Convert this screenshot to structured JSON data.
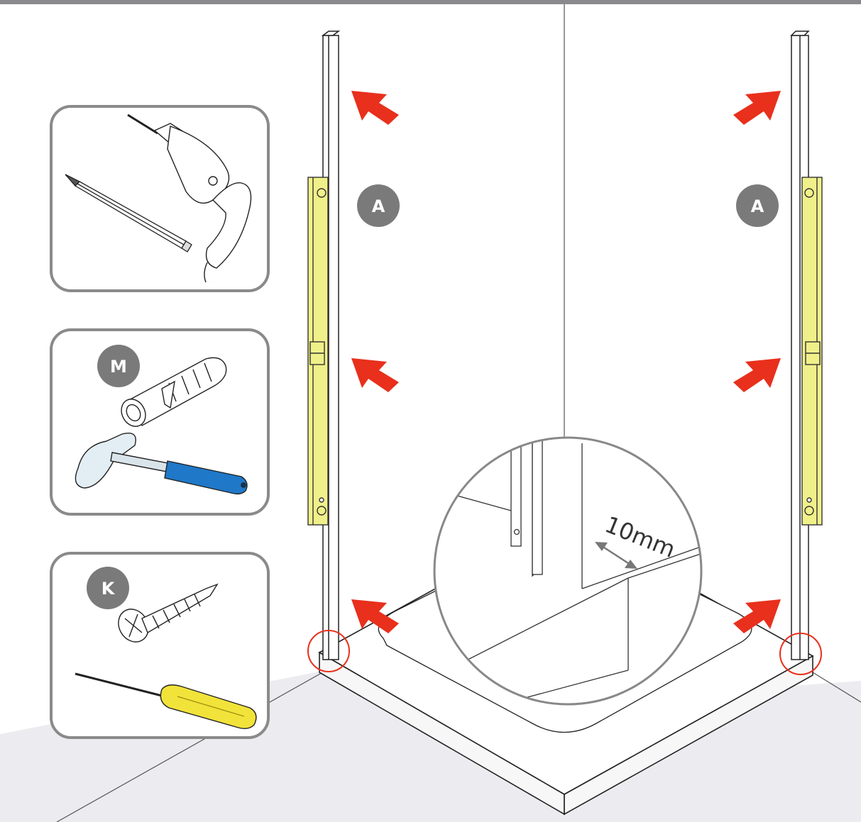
{
  "labels": {
    "profile_left": "A",
    "profile_right": "A",
    "wall_plug": "M",
    "screw": "K",
    "gap_measurement": "10mm"
  },
  "tools": {
    "panel_drill": [
      "pencil-icon",
      "drill-icon"
    ],
    "panel_plug": [
      "wall-plug-icon",
      "hammer-icon"
    ],
    "panel_screw": [
      "screw-icon",
      "screwdriver-icon"
    ]
  },
  "colors": {
    "arrow": "#e8301c",
    "spirit_level": "#f0f08a",
    "callout_badge": "#7a7a7a",
    "panel_border": "#8a8a8a",
    "floor": "#ececf0",
    "highlight_circle": "#e8301c",
    "top_bar": "#8a8a8e"
  }
}
